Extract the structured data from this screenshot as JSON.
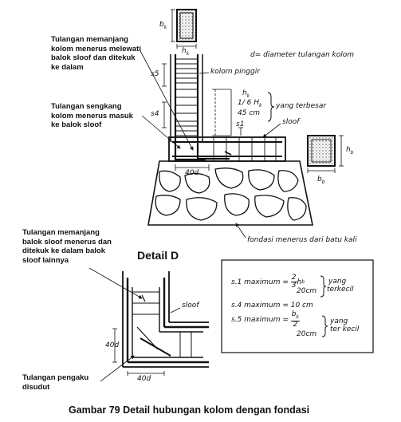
{
  "labels": {
    "bk": "b",
    "bk_sub": "k",
    "hk": "h",
    "hk_sub": "k",
    "d_def": "d= diameter tulangan kolom",
    "s5": "s5",
    "s4": "s4",
    "s1": "s1",
    "kolom_pinggir": "kolom pinggir",
    "hk_line": "h",
    "hk_line_sub": "k",
    "one_sixth": "1/ 6 H",
    "one_sixth_sub": "k",
    "cm45": "45 cm",
    "yang_terbesar": "yang terbesar",
    "sloof": "sloof",
    "hb": "h",
    "hb_sub": "b",
    "bb": "b",
    "bb_sub": "b",
    "forty_d_top": "40d",
    "fondasi": "fondasi menerus dari batu kali",
    "sloof_detail": "sloof",
    "forty_d_vert": "40d",
    "forty_d_bottom": "40d"
  },
  "notes": {
    "note1": "Tulangan memanjang kolom menerus melewati balok sloof dan ditekuk ke dalam",
    "note2": "Tulangan sengkang kolom menerus masuk ke balok sloof",
    "note3": "Tulangan memanjang balok sloof menerus dan ditekuk ke dalam balok sloof lainnya",
    "note4": "Tulangan pengaku disudut"
  },
  "detail_title": "Detail D",
  "formulas": {
    "s1_label": "s.1  maximum =",
    "s1_frac_num": "2",
    "s1_frac_den": "3",
    "s1_var": "h",
    "s1_var_sub": "b",
    "s1_alt": "20cm",
    "s1_note_a": "yang",
    "s1_note_b": "terkecil",
    "s4_line": "s.4 maximum = 10 cm",
    "s5_label": "s.5  maximum =",
    "s5_top": "b",
    "s5_top_sub": "k",
    "s5_bot": "2",
    "s5_alt": "20cm",
    "s5_note_a": "yang",
    "s5_note_b": "ter kecil"
  },
  "caption": "Gambar  79  Detail hubungan kolom dengan fondasi"
}
